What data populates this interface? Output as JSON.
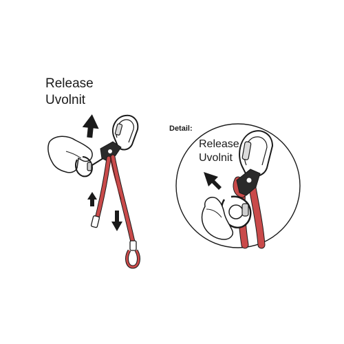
{
  "labels": {
    "main_line1": "Release",
    "main_line2": "Uvolnit",
    "detail_title": "Detail:",
    "detail_line1": "Release",
    "detail_line2": "Uvolnit"
  },
  "colors": {
    "rope": "#c94a4a",
    "rope_dark": "#7a1f1f",
    "outline": "#1a1a1a",
    "metal": "#e8e8e8",
    "device": "#2b2b2b"
  }
}
